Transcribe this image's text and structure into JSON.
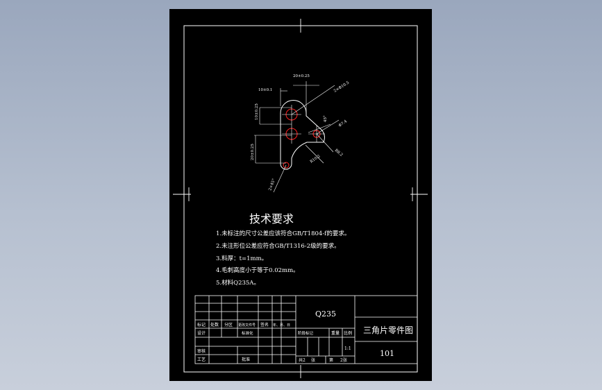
{
  "dimensions": {
    "top_width": "20±0.25",
    "left_offset": "10±0.1",
    "hole_top": "2×Φ10.5",
    "vert_upper": "10±0.25",
    "vert_lower": "20±0.25",
    "small_hole": "Φ7.4",
    "r_right": "R8.2",
    "r_bottom": "R10.2",
    "chamfer": "2×45°",
    "angle": "45°"
  },
  "tech_req": {
    "title": "技术要求",
    "items": [
      "1.未标注的尺寸公差应该符合GB/T1804-f的要求。",
      "2.未注形位公差应符合GB/T1316-2级的要求。",
      "3.料厚：t=1mm。",
      "4.毛刺高度小于等于0.02mm。",
      "5.材料Q235A。"
    ]
  },
  "title_block": {
    "material": "Q235",
    "drawing_title": "三角片零件图",
    "drawing_no": "101",
    "scale": "1:1",
    "labels": {
      "mark": "标记",
      "count": "处数",
      "zone": "分区",
      "change_doc": "更改文件号",
      "sign": "签名",
      "date": "年、月、日",
      "design": "设计",
      "standardize": "标准化",
      "stage_mark": "阶段标记",
      "weight": "重量",
      "ratio": "比例",
      "review": "审核",
      "process": "工艺",
      "approve": "批准",
      "total": "共2",
      "sheets": "张",
      "page": "第",
      "page_n": "2张"
    }
  }
}
